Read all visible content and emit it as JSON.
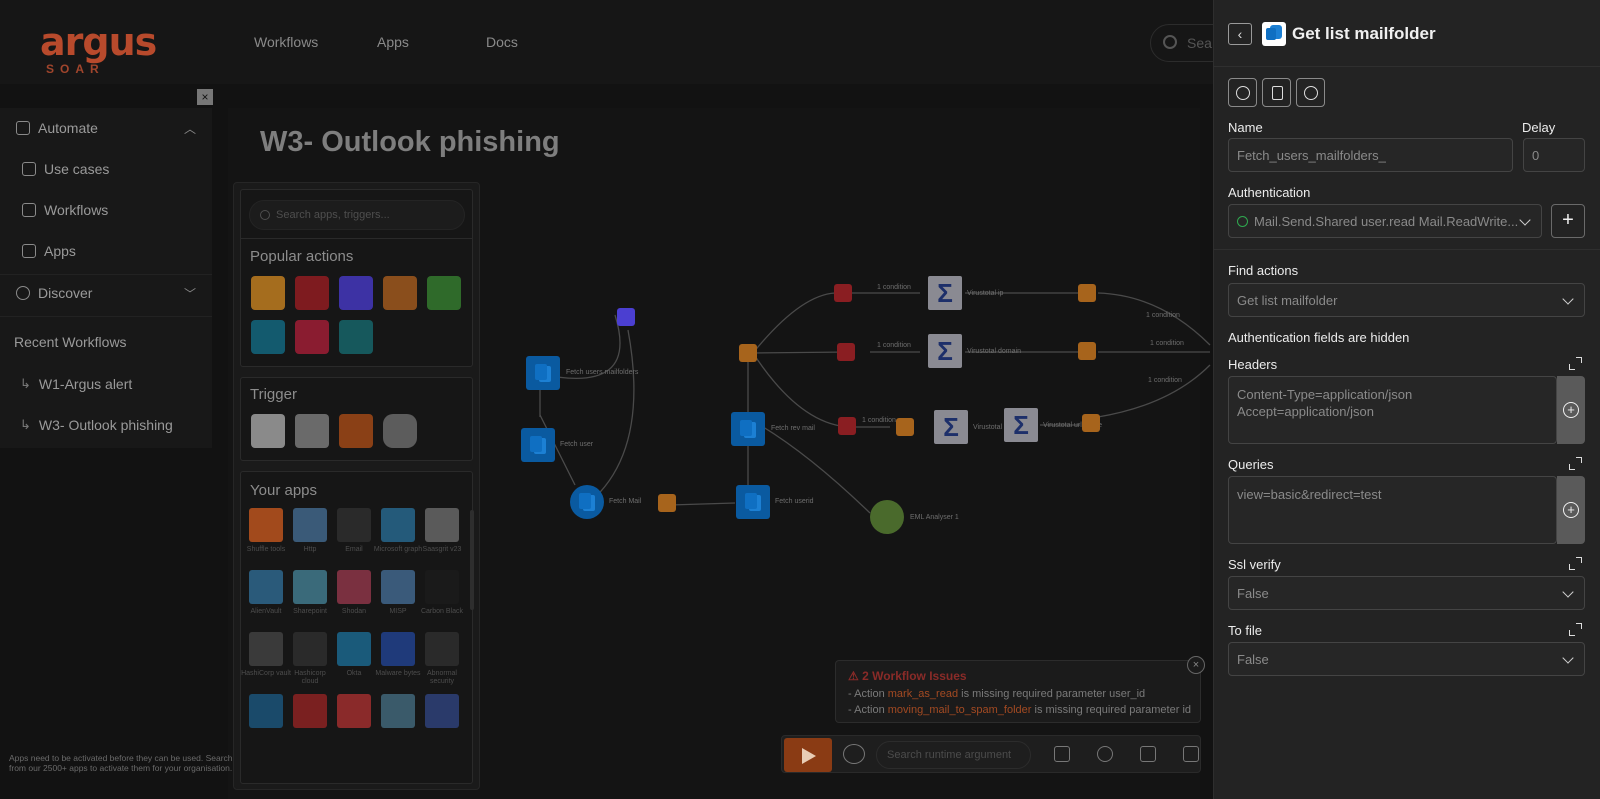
{
  "brand": {
    "name_a": "argus",
    "name_b": "SOAR"
  },
  "topnav": [
    "Workflows",
    "Apps",
    "Docs"
  ],
  "top_search": {
    "placeholder": "Sea"
  },
  "sidebar": {
    "close": "×",
    "automate": "Automate",
    "items": [
      "Use cases",
      "Workflows",
      "Apps"
    ],
    "discover": "Discover",
    "recent_title": "Recent Workflows",
    "recent": [
      "W1-Argus alert",
      "W3- Outlook phishing"
    ]
  },
  "workflow": {
    "title": "W3- Outlook phishing"
  },
  "action_panel": {
    "search_placeholder": "Search apps, triggers...",
    "popular_title": "Popular actions",
    "trigger_title": "Trigger",
    "apps_title": "Your apps",
    "apps": [
      "Shuffle tools",
      "Http",
      "Email",
      "Microsoft graph",
      "Saasgrit v23",
      "AlienVault",
      "Sharepoint",
      "Shodan",
      "MISP",
      "Carbon Black",
      "HashiCorp vault",
      "Hashicorp cloud",
      "Okta",
      "Malware bytes",
      "Abnormal security"
    ],
    "note": "Apps need to be activated before they can be used. Search from our 2500+ apps to activate them for your organisation."
  },
  "canvas": {
    "nodes": [
      "Fetch users mailfolders",
      "Fetch user",
      "Fetch Mail",
      "Fetch rev mail",
      "Fetch userid",
      "EML Analyser 1",
      "Virustotal ip",
      "Virustotal domain",
      "Virustotal url",
      "Virustotal url single"
    ],
    "conditions": [
      "1 condition",
      "1 condition",
      "1 condition",
      "1 condition",
      "1 condition",
      "1 condition"
    ]
  },
  "issues": {
    "header": "2 Workflow Issues",
    "lines": [
      {
        "pre": "- Action ",
        "action": "mark_as_read",
        "post": " is missing required parameter user_id"
      },
      {
        "pre": "- Action ",
        "action": "moving_mail_to_spam_folder",
        "post": " is missing required parameter id"
      }
    ],
    "close": "×"
  },
  "toolbar": {
    "search_placeholder": "Search runtime argument"
  },
  "right_panel": {
    "back": "‹",
    "title": "Get list mailfolder",
    "name_label": "Name",
    "name_value": "Fetch_users_mailfolders_",
    "delay_label": "Delay",
    "delay_value": "0",
    "auth_label": "Authentication",
    "auth_value": "Mail.Send.Shared user.read Mail.ReadWrite...",
    "auth_add": "+",
    "find_label": "Find actions",
    "find_value": "Get list mailfolder",
    "auth_hidden": "Authentication fields are hidden",
    "headers_label": "Headers",
    "headers_value": "Content-Type=application/json\nAccept=application/json",
    "queries_label": "Queries",
    "queries_value": "view=basic&redirect=test",
    "ssl_label": "Ssl verify",
    "ssl_value": "False",
    "tofile_label": "To file",
    "tofile_value": "False"
  },
  "colors": {
    "accent": "#f26a24",
    "outlook": "#0f6fc2",
    "ok": "#2fa84f",
    "error": "#d6453d"
  }
}
